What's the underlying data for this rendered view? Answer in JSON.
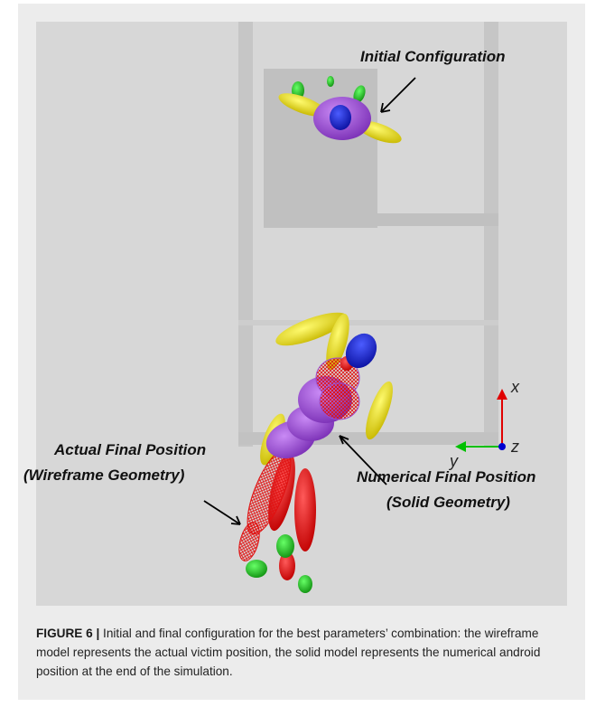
{
  "figure": {
    "labels": {
      "initial": "Initial Configuration",
      "actual_line1": "Actual Final Position",
      "actual_line2": "(Wireframe Geometry)",
      "numerical_line1": "Numerical Final Position",
      "numerical_line2": "(Solid Geometry)"
    },
    "axes": {
      "x": "x",
      "y": "y",
      "z": "z"
    },
    "colors": {
      "floor": "#d7d7d7",
      "walls": "#c4c4c4",
      "torso": "#9b4fd0",
      "head": "#1f2ad6",
      "limbs_upper": "#e8e000",
      "limbs_lower": "#e01010",
      "feet": "#1fc81f",
      "axis_x": "#e00000",
      "axis_y": "#00c000",
      "axis_z": "#0000d0"
    }
  },
  "caption": {
    "lead": "FIGURE 6 |",
    "text": " Initial and final configuration for the best parameters’ combination: the wireframe model represents the actual victim position, the solid model represents the numerical android position at the end of the simulation."
  }
}
